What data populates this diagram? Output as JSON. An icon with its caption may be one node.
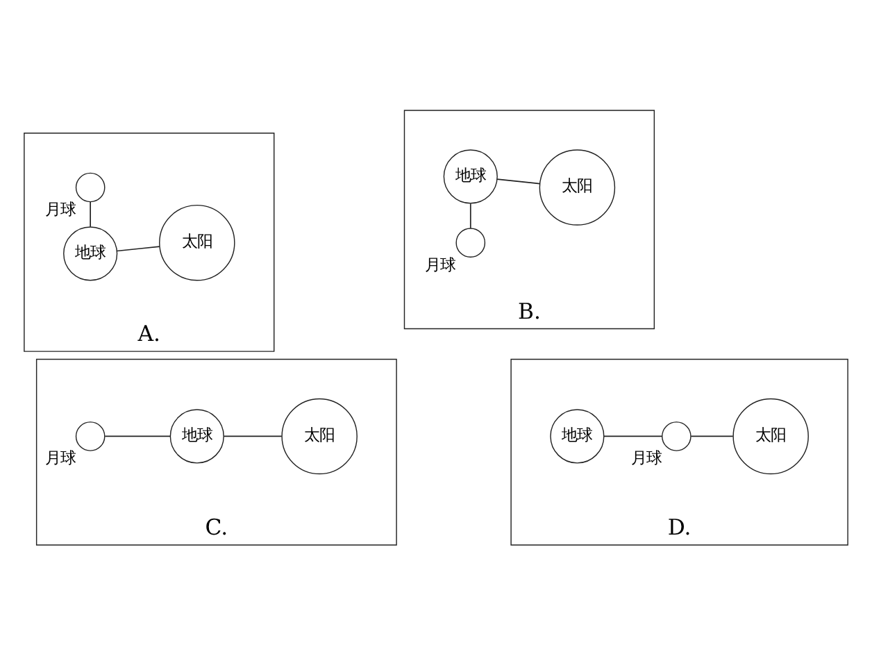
{
  "diagram": {
    "nodes": [
      {
        "text": [
          "A."
        ]
      },
      {
        "text": [
          "地球"
        ],
        "in": 0
      },
      {
        "text": [
          "太阳"
        ],
        "in": 0
      },
      {
        "text": [],
        "shape": "circle",
        "beside": [
          "月球"
        ],
        "in": 0
      },
      {
        "text": [
          "B."
        ]
      },
      {
        "text": [],
        "shape": "circle",
        "beside": [
          "月球"
        ],
        "in": 4
      },
      {
        "text": [
          "地球"
        ],
        "in": 4
      },
      {
        "text": [
          "太阳"
        ],
        "in": 4
      },
      {
        "text": [
          "C."
        ]
      },
      {
        "text": [],
        "shape": "circle",
        "beside": [
          "月球"
        ],
        "in": 8
      },
      {
        "text": [
          "地球"
        ],
        "in": 8
      },
      {
        "text": [
          "太阳"
        ],
        "in": 8
      },
      {
        "text": [
          "D."
        ]
      },
      {
        "text": [
          "地球"
        ],
        "in": 12
      },
      {
        "text": [],
        "shape": "circle",
        "beside": [
          "月球"
        ],
        "in": 12
      },
      {
        "text": [
          "太阳"
        ],
        "in": 12
      }
    ],
    "edges": [
      {
        "from": 1,
        "to": 2,
        "arrow": "none"
      },
      {
        "from": 1,
        "to": 3,
        "arrow": "none"
      },
      {
        "from": 5,
        "to": 6,
        "arrow": "none"
      },
      {
        "from": 6,
        "to": 7,
        "arrow": "none"
      },
      {
        "from": 9,
        "to": 10,
        "arrow": "none"
      },
      {
        "from": 10,
        "to": 11,
        "arrow": "none"
      },
      {
        "from": 13,
        "to": 14,
        "arrow": "none"
      },
      {
        "from": 14,
        "to": 15,
        "arrow": "none"
      }
    ]
  }
}
